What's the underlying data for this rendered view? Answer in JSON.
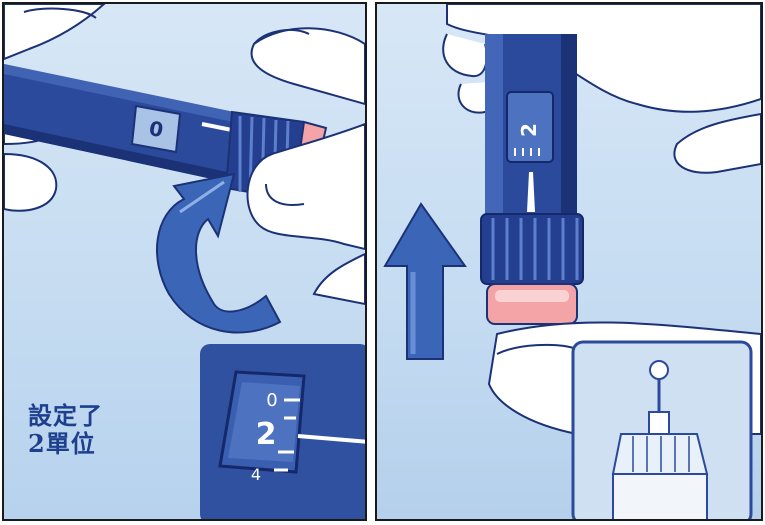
{
  "left_panel": {
    "dial_window_top": "0",
    "caption_line1": "設定了",
    "caption_line2": "2單位",
    "inset_scale": {
      "upper": "0",
      "selected": "2",
      "lower": "4"
    },
    "icons": [
      "pen-body",
      "rotate-arrow-icon",
      "dose-dial-inset"
    ]
  },
  "right_panel": {
    "window_digits": "2",
    "icons": [
      "pen-upright",
      "up-arrow-icon",
      "needle-tip-inset"
    ]
  },
  "colors": {
    "pen_blue": "#2b4a9c",
    "pen_dark": "#1c3276",
    "arrow_blue": "#3b66b8",
    "background": "#c9def2",
    "caption": "#1d3f8e",
    "button_pink": "#f4a3a6"
  }
}
